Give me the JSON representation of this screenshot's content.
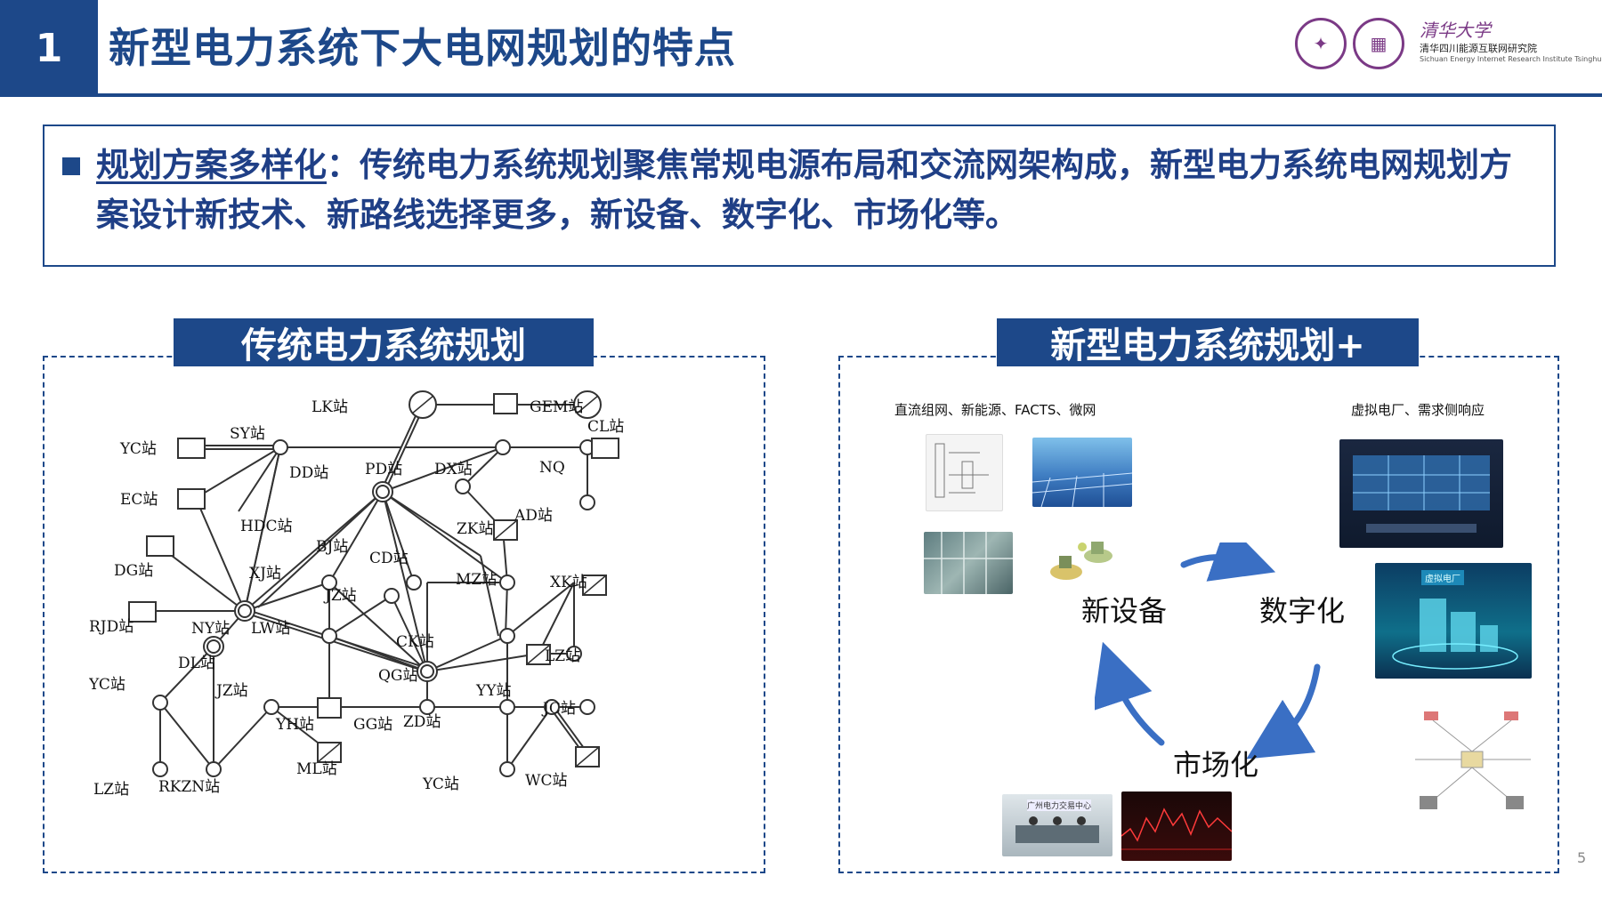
{
  "header": {
    "section_number": "1",
    "title": "新型电力系统下大电网规划的特点",
    "logo": {
      "cn_name": "清华大学",
      "institute": "清华四川能源互联网研究院",
      "institute_en": "Sichuan Energy Internet Research Institute Tsinghua University"
    }
  },
  "bullet": {
    "heading": "规划方案多样化",
    "separator": "：",
    "text": "传统电力系统规划聚焦常规电源布局和交流网架构成，新型电力系统电网规划方案设计新技术、新路线选择更多，新设备、数字化、市场化等。"
  },
  "left_panel": {
    "title": "传统电力系统规划",
    "stations": [
      "LK站",
      "GEM站",
      "SY站",
      "CL站",
      "YC站",
      "DD站",
      "PD站",
      "DX站",
      "NQ",
      "EC站",
      "AD站",
      "ZK站",
      "HDC站",
      "BJ站",
      "CD站",
      "DG站",
      "XJ站",
      "MZ站",
      "XK站",
      "JZ站",
      "RJD站",
      "NY站",
      "LW站",
      "CK站",
      "LZ站",
      "DL站",
      "QG站",
      "YC站",
      "JZ站",
      "YY站",
      "JC站",
      "YH站",
      "GG站",
      "ZD站",
      "ML站",
      "WC站",
      "LZ站",
      "RKZN站",
      "YC站"
    ]
  },
  "right_panel": {
    "title": "新型电力系统规划+",
    "caption_left": "直流组网、新能源、FACTS、微网",
    "caption_right": "虚拟电厂、需求侧响应",
    "cycle": [
      "新设备",
      "数字化",
      "市场化"
    ],
    "image_texts": {
      "vpp_label": "虚拟电厂",
      "trading_center": "广州电力交易中心"
    }
  },
  "page_number": "5",
  "colors": {
    "primary": "#1d4889",
    "accent_purple": "#7b3a86",
    "arrow_blue": "#3a6fc4"
  }
}
